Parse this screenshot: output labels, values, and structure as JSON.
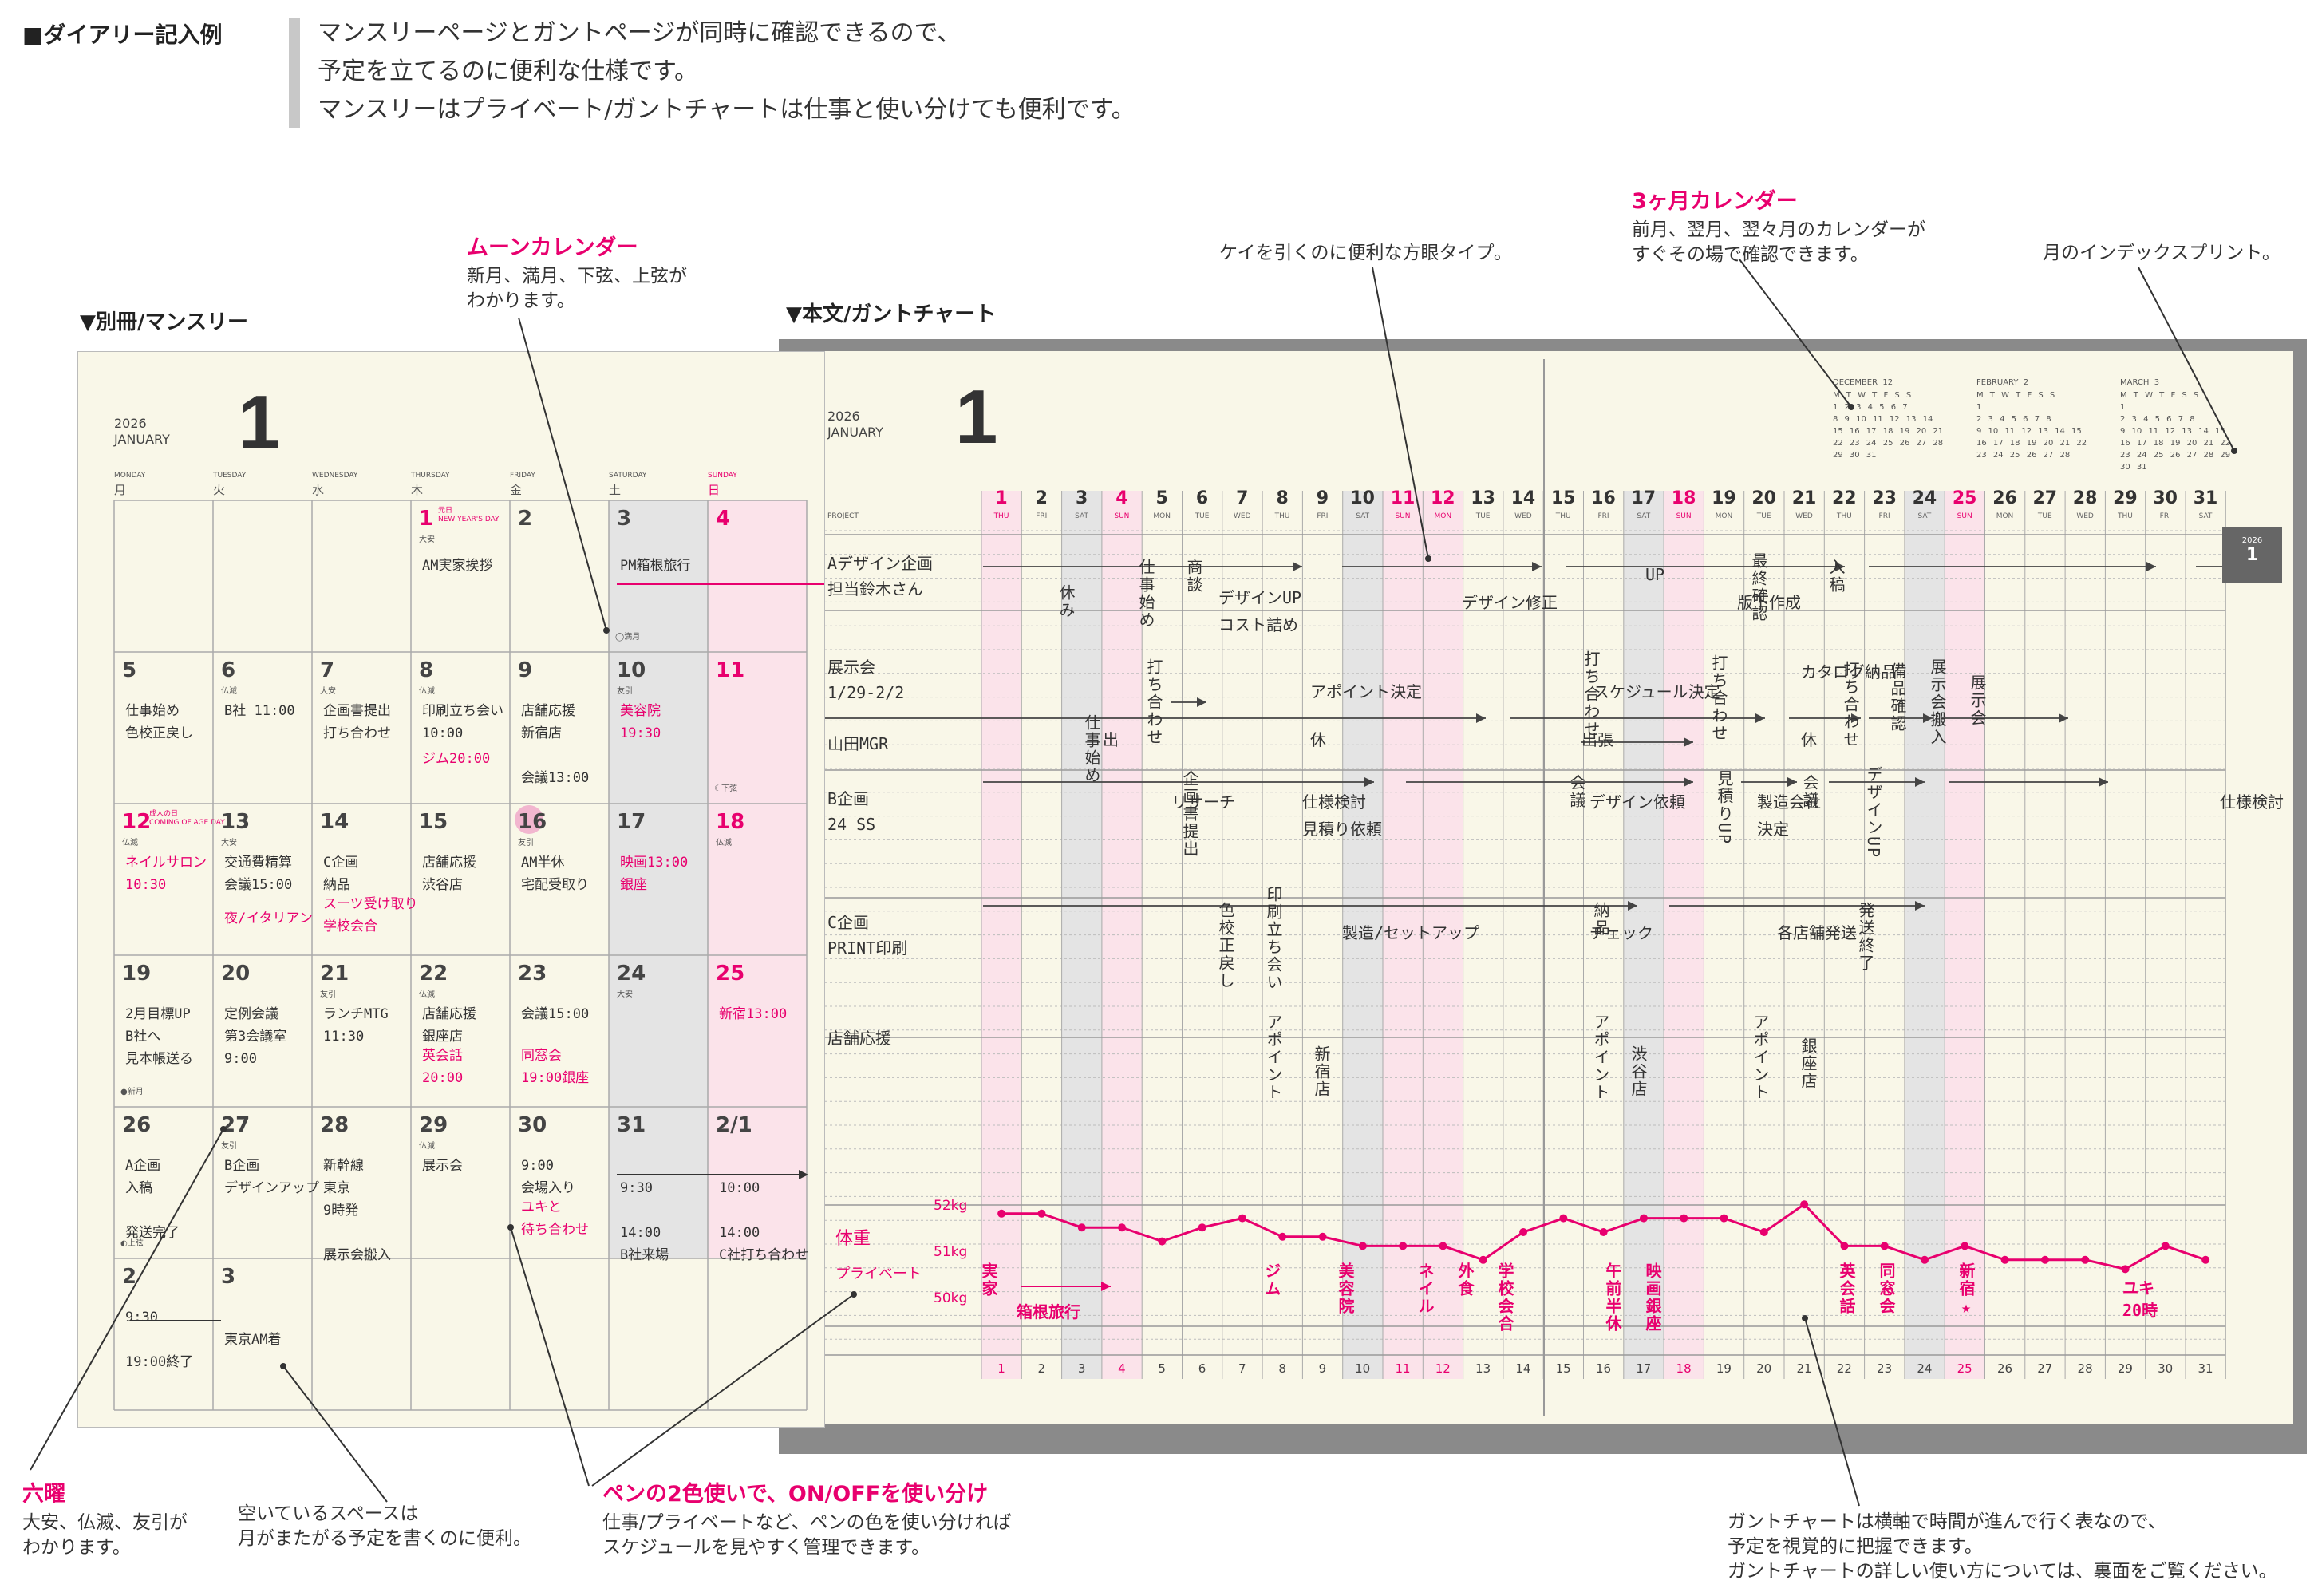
{
  "header": {
    "title": "■ダイアリー記入例",
    "lines": [
      "マンスリーページとガントページが同時に確認できるので、",
      "予定を立てるのに便利な仕様です。",
      "マンスリーはプライベート/ガントチャートは仕事と使い分けても便利です。"
    ]
  },
  "labels": {
    "monthly_section": "▼別冊/マンスリー",
    "gantt_section": "▼本文/ガントチャート"
  },
  "notes": {
    "moon": {
      "title": "ムーンカレンダー",
      "body": "新月、満月、下弦、上弦が\nわかります。"
    },
    "grid": {
      "body": "ケイを引くのに便利な方眼タイプ。"
    },
    "three_month": {
      "title": "3ヶ月カレンダー",
      "body": "前月、翌月、翌々月のカレンダーが\nすぐその場で確認できます。"
    },
    "index": {
      "body": "月のインデックスプリント。"
    },
    "rokuyo": {
      "title": "六曜",
      "body": "大安、仏滅、友引が\nわかります。"
    },
    "space": {
      "body": "空いているスペースは\n月がまたがる予定を書くのに便利。"
    },
    "pen": {
      "title": "ペンの2色使いで、ON/OFFを使い分け",
      "body": "仕事/プライベートなど、ペンの色を使い分ければ\nスケジュールを見やすく管理できます。"
    },
    "gantt": {
      "body": "ガントチャートは横軸で時間が進んで行く表なので、\n予定を視覚的に把握できます。\nガントチャートの詳しい使い方については、裏面をご覧ください。"
    }
  },
  "monthly": {
    "year": "2026",
    "month_en": "JANUARY",
    "month_num": "1",
    "weekdays_en": [
      "MONDAY",
      "TUESDAY",
      "WEDNESDAY",
      "THURSDAY",
      "FRIDAY",
      "SATURDAY",
      "SUNDAY"
    ],
    "weekdays_jp": [
      "月",
      "火",
      "水",
      "木",
      "金",
      "土",
      "日"
    ],
    "weeks": [
      [
        "",
        "",
        "",
        "1",
        "2",
        "3",
        "4"
      ],
      [
        "5",
        "6",
        "7",
        "8",
        "9",
        "10",
        "11"
      ],
      [
        "12",
        "13",
        "14",
        "15",
        "16",
        "17",
        "18"
      ],
      [
        "19",
        "20",
        "21",
        "22",
        "23",
        "24",
        "25"
      ],
      [
        "26",
        "27",
        "28",
        "29",
        "30",
        "31",
        "2/1"
      ],
      [
        "2",
        "3",
        "",
        "",
        "",
        "",
        ""
      ]
    ],
    "holiday_1": "元日\nNEW YEAR'S DAY",
    "holiday_12": "成人の日\nCOMING OF AGE DAY",
    "entries": {
      "w0d3": "AM実家挨拶",
      "w0d5": "PM箱根旅行",
      "w1d0": "仕事始め\n色校正戻し",
      "w1d1": "B社 11:00",
      "w1d2": "企画書提出\n打ち合わせ",
      "w1d3": "印刷立ち会い\n10:00",
      "w1d3p": "ジム20:00",
      "w1d4": "店舗応援\n新宿店\n\n会議13:00",
      "w1d5p": "美容院\n19:30",
      "w2d0p": "ネイルサロン\n10:30",
      "w2d1": "交通費精算\n会議15:00",
      "w2d1p": "夜/イタリアン",
      "w2d2": "C企画\n納品",
      "w2d2p": "スーツ受け取り\n学校会合",
      "w2d3": "店舗応援\n渋谷店",
      "w2d4": "AM半休\n宅配受取り",
      "w2d5p": "映画13:00\n銀座",
      "w3d0": "2月目標UP\nB社へ\n見本帳送る",
      "w3d1": "定例会議\n第3会議室\n9:00",
      "w3d2": "ランチMTG\n11:30",
      "w3d3": "店舗応援\n銀座店",
      "w3d3p": "英会話\n20:00",
      "w3d4": "会議15:00",
      "w3d4p": "同窓会\n19:00銀座",
      "w3d6p": "新宿13:00",
      "w4d0": "A企画\n入稿\n\n発送完了",
      "w4d1": "B企画\nデザインアップ",
      "w4d2": "新幹線\n東京\n9時発\n\n展示会搬入",
      "w4d3": "展示会",
      "w4d4": "9:00\n会場入り",
      "w4d4p": "ユキと\n待ち合わせ",
      "w4d5": "\n9:30\n\n14:00\nB社来場",
      "w4d6": "\n10:00\n\n14:00\nC社打ち合わせ",
      "w5d0": "9:30\n\n19:00終了",
      "w5d1": "\n東京AM着"
    },
    "rokuyo": {
      "w0d3": "大安",
      "w1d1": "仏滅",
      "w1d2": "大安",
      "w1d3": "仏滅",
      "w1d5": "友引",
      "w2d0": "仏滅",
      "w2d1": "大安",
      "w2d4": "友引",
      "w2d6": "仏滅",
      "w3d2": "友引",
      "w3d3": "仏滅",
      "w3d5": "大安",
      "w4d1": "友引",
      "w4d3": "仏滅"
    },
    "moon": {
      "w0d5": "◯満月",
      "w1d6": "☾下弦",
      "w3d0": "●新月",
      "w4d0": "◐上弦"
    }
  },
  "gantt": {
    "year": "2026",
    "month_en": "JANUARY",
    "month_num": "1",
    "project_label": "PROJECT",
    "days": [
      "1",
      "2",
      "3",
      "4",
      "5",
      "6",
      "7",
      "8",
      "9",
      "10",
      "11",
      "12",
      "13",
      "14",
      "15",
      "16",
      "17",
      "18",
      "19",
      "20",
      "21",
      "22",
      "23",
      "24",
      "25",
      "26",
      "27",
      "28",
      "29",
      "30",
      "31"
    ],
    "dows": [
      "THU",
      "FRI",
      "SAT",
      "SUN",
      "MON",
      "TUE",
      "WED",
      "THU",
      "FRI",
      "SAT",
      "SUN",
      "MON",
      "TUE",
      "WED",
      "THU",
      "FRI",
      "SAT",
      "SUN",
      "MON",
      "TUE",
      "WED",
      "THU",
      "FRI",
      "SAT",
      "SUN",
      "MON",
      "TUE",
      "WED",
      "THU",
      "FRI",
      "SAT"
    ],
    "projects": [
      {
        "name": "Aデザイン企画\n担当鈴木さん"
      },
      {
        "name": "展示会\n1/29-2/2\n\n山田MGR"
      },
      {
        "name": "B企画\n24 SS"
      },
      {
        "name": "C企画\nPRINT印刷"
      },
      {
        "name": "店舗応援"
      }
    ],
    "h_texts": [
      {
        "t": "デザインUP\nコスト詰め"
      },
      {
        "t": "デザイン修正"
      },
      {
        "t": "UP"
      },
      {
        "t": "版下作成"
      },
      {
        "t": "アポイント決定"
      },
      {
        "t": "スケジュール決定"
      },
      {
        "t": "カタログ納品"
      },
      {
        "t": "休"
      },
      {
        "t": "出張"
      },
      {
        "t": "休"
      },
      {
        "t": "出"
      },
      {
        "t": "リサーチ"
      },
      {
        "t": "仕様検討\n見積り依頼"
      },
      {
        "t": "デザイン依頼"
      },
      {
        "t": "製造会社\n決定"
      },
      {
        "t": "仕様検討"
      },
      {
        "t": "製造/セットアップ"
      },
      {
        "t": "チェック"
      },
      {
        "t": "各店舗発送"
      }
    ],
    "v_texts": [
      {
        "t": "休み"
      },
      {
        "t": "仕事始め"
      },
      {
        "t": "商談"
      },
      {
        "t": "最終確認"
      },
      {
        "t": "入稿"
      },
      {
        "t": "仕事始め"
      },
      {
        "t": "打ち合わせ"
      },
      {
        "t": "打ち合わせ"
      },
      {
        "t": "打ち合わせ"
      },
      {
        "t": "打ち合わせ"
      },
      {
        "t": "備品確認"
      },
      {
        "t": "展示会搬入"
      },
      {
        "t": "展示会"
      },
      {
        "t": "企画書提出"
      },
      {
        "t": "会議"
      },
      {
        "t": "見積りUP"
      },
      {
        "t": "会議"
      },
      {
        "t": "デザインUP"
      },
      {
        "t": "色校正戻し"
      },
      {
        "t": "印刷立ち会い"
      },
      {
        "t": "納品"
      },
      {
        "t": "発送終了"
      },
      {
        "t": "アポイント"
      },
      {
        "t": "新宿店"
      },
      {
        "t": "アポイント"
      },
      {
        "t": "渋谷店"
      },
      {
        "t": "アポイント"
      },
      {
        "t": "銀座店"
      }
    ],
    "weight_label": "体重",
    "weight_ticks": [
      "52kg",
      "51kg",
      "50kg"
    ],
    "weights": [
      51.9,
      51.9,
      51.6,
      51.6,
      51.3,
      51.6,
      51.8,
      51.4,
      51.4,
      51.2,
      51.2,
      51.2,
      50.9,
      51.5,
      51.8,
      51.5,
      51.8,
      51.8,
      51.8,
      51.5,
      52.1,
      51.2,
      51.2,
      50.9,
      51.2,
      50.9,
      50.9,
      50.9,
      50.7,
      51.2,
      50.9
    ],
    "private_label": "プライベート",
    "private": [
      {
        "t": "実家"
      },
      {
        "t": "箱根旅行"
      },
      {
        "t": "ジム"
      },
      {
        "t": "美容院"
      },
      {
        "t": "ネイル"
      },
      {
        "t": "外食"
      },
      {
        "t": "学校会合"
      },
      {
        "t": "午前半休"
      },
      {
        "t": "映画銀座"
      },
      {
        "t": "英会話"
      },
      {
        "t": "同窓会"
      },
      {
        "t": "新宿★"
      },
      {
        "t": "ユキ\n20時"
      }
    ],
    "mini_cals": [
      {
        "title": "DECEMBER  12",
        "rows": [
          "M T W T F S S",
          "1 2 3 4 5 6 7",
          "8 9 10 11 12 13 14",
          "15 16 17 18 19 20 21",
          "22 23 24 25 26 27 28",
          "29 30 31"
        ]
      },
      {
        "title": "FEBRUARY  2",
        "rows": [
          "M T W T F S S",
          "1",
          "2 3 4 5 6 7 8",
          "9 10 11 12 13 14 15",
          "16 17 18 19 20 21 22",
          "23 24 25 26 27 28"
        ]
      },
      {
        "title": "MARCH  3",
        "rows": [
          "M T W T F S S",
          "1",
          "2 3 4 5 6 7 8",
          "9 10 11 12 13 14 15",
          "16 17 18 19 20 21 22",
          "23 24 25 26 27 28 29",
          "30 31"
        ]
      }
    ],
    "index_year": "2026",
    "index_month": "1"
  },
  "colors": {
    "accent": "#e8006e",
    "sat": "#e4e4e4",
    "sun": "#fbe3ea",
    "paper": "#f9f7e8",
    "grid": "#bdbdbd"
  }
}
